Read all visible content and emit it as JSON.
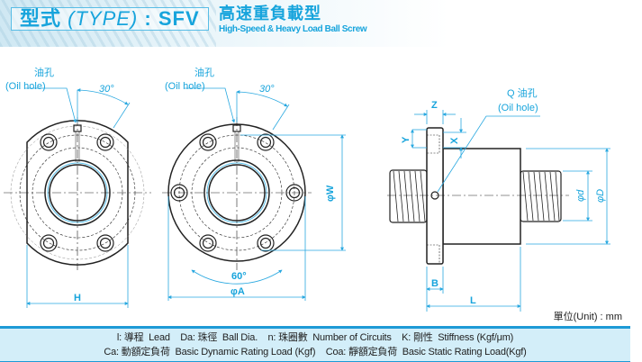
{
  "header": {
    "type_prefix": "型式",
    "type_label": "(TYPE)",
    "type_sep": " : ",
    "type_value": "SFV",
    "title_zh": "高速重負載型",
    "title_en": "High-Speed & Heavy Load Ball Screw"
  },
  "drawing": {
    "oil_hole_zh": "油孔",
    "oil_hole_en": "(Oil hole)",
    "q_oil_hole_zh": "Q 油孔",
    "angle_30": "30°",
    "angle_60": "60°",
    "dim_H": "H",
    "dim_A": "φA",
    "dim_W": "φW",
    "dim_Z": "Z",
    "dim_X": "X",
    "dim_Y": "Y",
    "dim_B": "B",
    "dim_L": "L",
    "dim_d": "φd",
    "dim_D": "φD"
  },
  "unit_label": "單位(Unit) : mm",
  "legend": {
    "line1": "l: 導程  Lead    Da: 珠徑  Ball Dia.    n: 珠圈數  Number of Circuits    K: 剛性  Stiffness (Kgf/μm)",
    "line2": "Ca: 動額定負荷  Basic Dynamic Rating Load (Kgf)    Coa: 靜額定負荷  Basic Static Rating Load(Kgf)"
  },
  "colors": {
    "accent": "#17a4dc",
    "dimension": "#29a8e0",
    "outline": "#222222",
    "legend_bg": "#d3eef9"
  }
}
